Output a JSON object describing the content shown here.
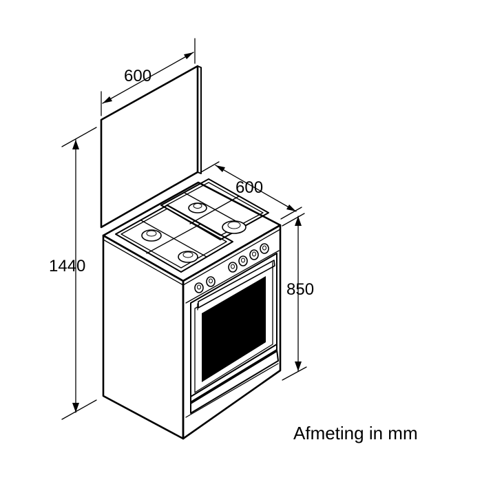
{
  "dimensions": {
    "backguard_width": "600",
    "depth": "600",
    "total_height": "1440",
    "body_height": "850"
  },
  "caption": "Afmeting in mm"
}
